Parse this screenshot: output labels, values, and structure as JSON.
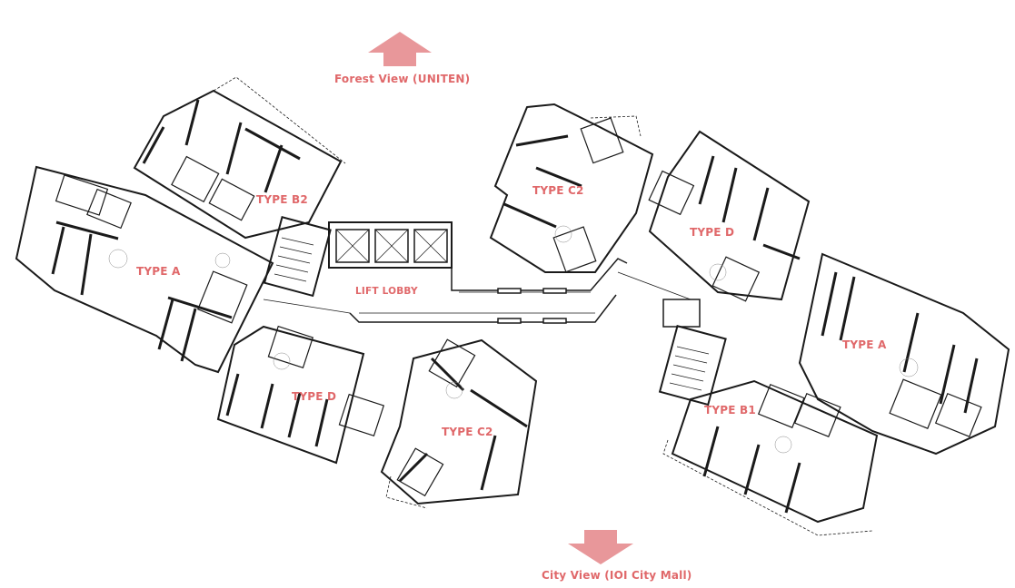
{
  "colors": {
    "accent": "#e0686a",
    "arrow": "#e8979a",
    "line": "#1a1a1a"
  },
  "views": {
    "top": "Forest View (UNITEN)",
    "bottom": "City View (IOI City Mall)"
  },
  "units": {
    "type_b2": "TYPE B2",
    "type_a_left": "TYPE A",
    "type_d_left": "TYPE D",
    "type_c2_bottom": "TYPE C2",
    "type_c2_top": "TYPE C2",
    "type_d_right": "TYPE D",
    "type_a_right": "TYPE A",
    "type_b1": "TYPE B1"
  },
  "core": {
    "lift_lobby": "LIFT LOBBY"
  }
}
